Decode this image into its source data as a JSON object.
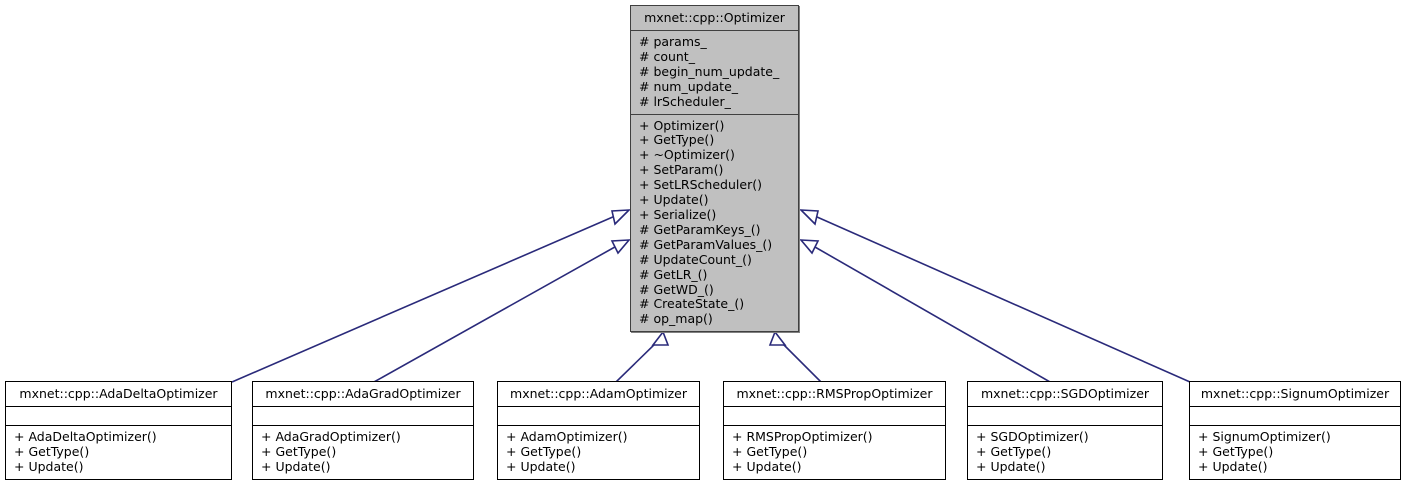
{
  "diagram": {
    "type": "uml-class-inheritance",
    "title_hidden": true,
    "edge_color": "#2a2a7a",
    "base_fill": "#c0c0c0",
    "derived_fill": "#ffffff",
    "border_color": "#000000",
    "text_color": "#000000"
  },
  "base_class": {
    "name": "mxnet::cpp::Optimizer",
    "attributes": [
      "# params_",
      "# count_",
      "# begin_num_update_",
      "# num_update_",
      "# lrScheduler_"
    ],
    "methods": [
      "+ Optimizer()",
      "+ GetType()",
      "+ ~Optimizer()",
      "+ SetParam()",
      "+ SetLRScheduler()",
      "+ Update()",
      "+ Serialize()",
      "# GetParamKeys_()",
      "# GetParamValues_()",
      "# UpdateCount_()",
      "# GetLR_()",
      "# GetWD_()",
      "# CreateState_()",
      "# op_map()"
    ]
  },
  "derived_classes": [
    {
      "name": "mxnet::cpp::AdaDeltaOptimizer",
      "attributes": [],
      "methods": [
        "+ AdaDeltaOptimizer()",
        "+ GetType()",
        "+ Update()"
      ]
    },
    {
      "name": "mxnet::cpp::AdaGradOptimizer",
      "attributes": [],
      "methods": [
        "+ AdaGradOptimizer()",
        "+ GetType()",
        "+ Update()"
      ]
    },
    {
      "name": "mxnet::cpp::AdamOptimizer",
      "attributes": [],
      "methods": [
        "+ AdamOptimizer()",
        "+ GetType()",
        "+ Update()"
      ]
    },
    {
      "name": "mxnet::cpp::RMSPropOptimizer",
      "attributes": [],
      "methods": [
        "+ RMSPropOptimizer()",
        "+ GetType()",
        "+ Update()"
      ]
    },
    {
      "name": "mxnet::cpp::SGDOptimizer",
      "attributes": [],
      "methods": [
        "+ SGDOptimizer()",
        "+ GetType()",
        "+ Update()"
      ]
    },
    {
      "name": "mxnet::cpp::SignumOptimizer",
      "attributes": [],
      "methods": [
        "+ SignumOptimizer()",
        "+ GetType()",
        "+ Update()"
      ]
    }
  ],
  "relationships": [
    {
      "from": "mxnet::cpp::AdaDeltaOptimizer",
      "to": "mxnet::cpp::Optimizer",
      "kind": "inheritance"
    },
    {
      "from": "mxnet::cpp::AdaGradOptimizer",
      "to": "mxnet::cpp::Optimizer",
      "kind": "inheritance"
    },
    {
      "from": "mxnet::cpp::AdamOptimizer",
      "to": "mxnet::cpp::Optimizer",
      "kind": "inheritance"
    },
    {
      "from": "mxnet::cpp::RMSPropOptimizer",
      "to": "mxnet::cpp::Optimizer",
      "kind": "inheritance"
    },
    {
      "from": "mxnet::cpp::SGDOptimizer",
      "to": "mxnet::cpp::Optimizer",
      "kind": "inheritance"
    },
    {
      "from": "mxnet::cpp::SignumOptimizer",
      "to": "mxnet::cpp::Optimizer",
      "kind": "inheritance"
    }
  ]
}
